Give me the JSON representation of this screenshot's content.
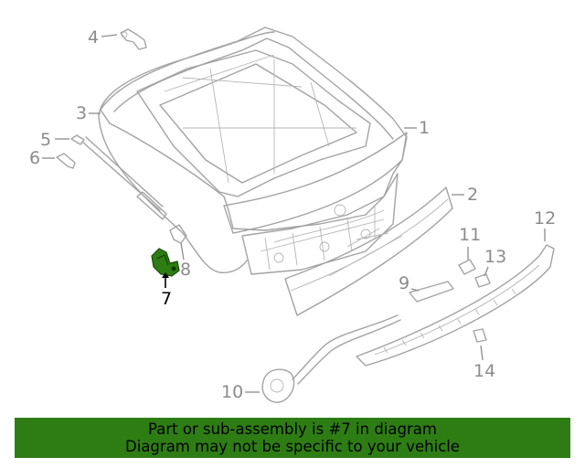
{
  "diagram": {
    "callouts": [
      {
        "number": "1"
      },
      {
        "number": "2"
      },
      {
        "number": "3"
      },
      {
        "number": "4"
      },
      {
        "number": "5"
      },
      {
        "number": "6"
      },
      {
        "number": "7",
        "highlighted": true
      },
      {
        "number": "8"
      },
      {
        "number": "9"
      },
      {
        "number": "10"
      },
      {
        "number": "11"
      },
      {
        "number": "12"
      },
      {
        "number": "13"
      },
      {
        "number": "14"
      }
    ],
    "highlight_color": "#2e7d14",
    "line_color": "#a3a3a3"
  },
  "banner": {
    "line1": "Part or sub-assembly is #7 in diagram",
    "line2": "Diagram may not be specific to your vehicle",
    "background": "#2e7d14"
  }
}
